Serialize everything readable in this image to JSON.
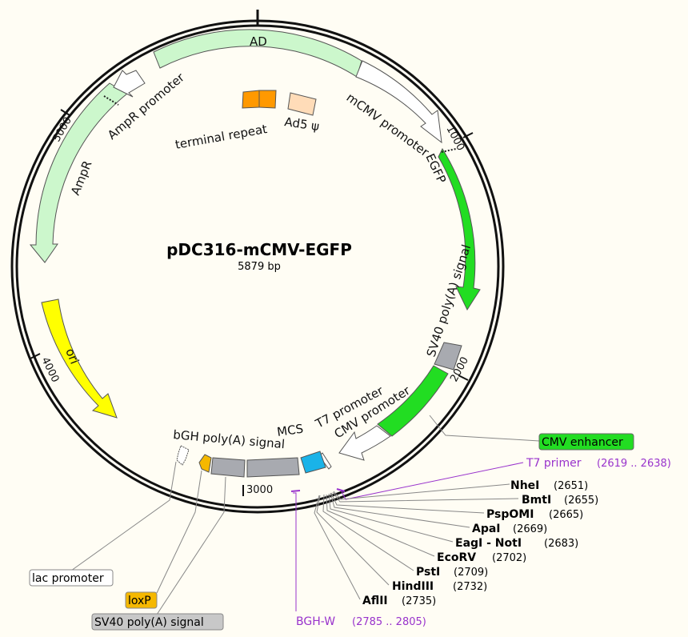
{
  "plasmid": {
    "name": "pDC316-mCMV-EGFP",
    "length_label": "5879 bp",
    "length": 5879
  },
  "ticks": [
    {
      "pos": 1000,
      "label": "1000"
    },
    {
      "pos": 2000,
      "label": "2000"
    },
    {
      "pos": 3000,
      "label": "3000"
    },
    {
      "pos": 4000,
      "label": "4000"
    },
    {
      "pos": 5000,
      "label": "5000"
    }
  ],
  "features": {
    "ad": {
      "label": "AD",
      "color": "#ccf7cc"
    },
    "mcmv_promoter": {
      "label": "mCMV promoter",
      "color": "#ffffff"
    },
    "egfp": {
      "label": "EGFP",
      "color": "#22dd22"
    },
    "sv40_polya_right": {
      "label": "SV40 poly(A) signal",
      "color": "#a8aab0"
    },
    "cmv_enhancer": {
      "label": "CMV enhancer",
      "color": "#22dd22"
    },
    "cmv_promoter": {
      "label": "CMV promoter",
      "color": "#ffffff"
    },
    "t7_promoter": {
      "label": "T7 promoter",
      "color": "#ffffff"
    },
    "mcs": {
      "label": "MCS",
      "color": "#1ab3e8"
    },
    "bgh_polya": {
      "label": "bGH poly(A) signal",
      "color": "#a8aab0"
    },
    "loxp": {
      "label": "loxP",
      "color": "#f5b800"
    },
    "lac_promoter": {
      "label": "lac promoter",
      "color": "#ffffff"
    },
    "sv40_polya_bottom": {
      "label": "SV40 poly(A) signal",
      "color": "#a8aab0"
    },
    "ori": {
      "label": "ori",
      "color": "#ffff00"
    },
    "ampr": {
      "label": "AmpR",
      "color": "#ccf7cc"
    },
    "ampr_promoter": {
      "label": "AmpR promoter",
      "color": "#ffffff"
    },
    "terminal_repeat": {
      "label": "terminal repeat",
      "color": "#ff9900"
    },
    "ad5_psi": {
      "label": "Ad5 ψ",
      "color": "#ffdcb8"
    }
  },
  "enzymes": [
    {
      "name": "NheI",
      "pos": "(2651)"
    },
    {
      "name": "BmtI",
      "pos": "(2655)"
    },
    {
      "name": "PspOMI",
      "pos": "(2665)"
    },
    {
      "name": "ApaI",
      "pos": "(2669)"
    },
    {
      "name": "EagI - NotI",
      "pos": "(2683)"
    },
    {
      "name": "EcoRV",
      "pos": "(2702)"
    },
    {
      "name": "PstI",
      "pos": "(2709)"
    },
    {
      "name": "HindIII",
      "pos": "(2732)"
    },
    {
      "name": "AflII",
      "pos": "(2735)"
    }
  ],
  "primers": [
    {
      "name": "T7 primer",
      "range": "(2619 .. 2638)",
      "color": "#9933cc"
    },
    {
      "name": "BGH-W",
      "range": "(2785 .. 2805)",
      "color": "#9933cc"
    }
  ]
}
